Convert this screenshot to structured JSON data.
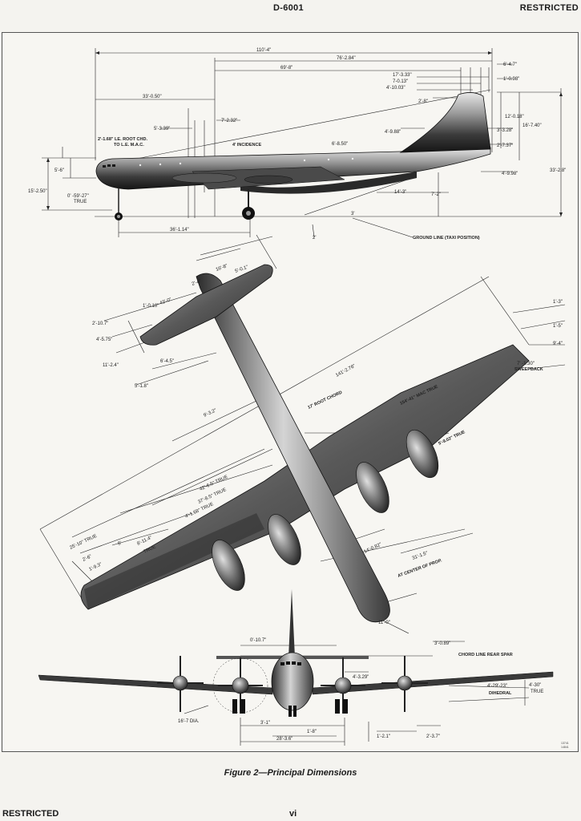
{
  "header": {
    "doc_number": "D-6001",
    "classification": "RESTRICTED"
  },
  "footer": {
    "classification": "RESTRICTED",
    "page_number": "vi"
  },
  "caption": "Figure 2—Principal Dimensions",
  "stamp": {
    "code_a": "13741",
    "code_b": "14841"
  },
  "side_view": {
    "dims": {
      "length": "110'-4\"",
      "d76": "76'-2.84\"",
      "d69": "69'-8\"",
      "d33": "33'-0.50\"",
      "d17": "17'-3.33\"",
      "d7": "7-0.13\"",
      "d4_10": "4'-10.03\"",
      "d2_8": "2'-8\"",
      "d6_4": "6'-4.7\"",
      "d1_0": "1'-0.98\"",
      "d12": "12'-0.18\"",
      "d16": "16'-7.40\"",
      "d3_3": "3'-3.28\"",
      "d2_7": "2'-7.37\"",
      "d4_9a": "4'-9.88\"",
      "d4_9b": "4'-9.98\"",
      "height": "33'-2.8\"",
      "d5_3": "5'-3.39\"",
      "d7_2": "7'-2.32\"",
      "d6_8": "6'-8.50\"",
      "d5_6": "5'-6\"",
      "d15": "15'-2.50\"",
      "d0_59": "0' -59'-27\"",
      "true": "TRUE",
      "d36": "36'-1.14\"",
      "d14": "14'-3\"",
      "d7_2b": "7'-2\"",
      "d3deg": "3'",
      "d2deg": "2'"
    },
    "labels": {
      "le_root": "2'-1.68\" LE. ROOT CHD.",
      "to_le": "TO L.E. M.A.C.",
      "incidence": "4' INCIDENCE",
      "ground_line": "GROUND LINE (TAXI POSITION)"
    }
  },
  "plan_view": {
    "dims": {
      "d43": "43'-0\"",
      "d2_4": "2'-4\"",
      "d16_8": "16'-8\"",
      "d5_0": "5'-0.1\"",
      "d2_10": "2'-10.7\"",
      "d1_0": "1'-0.10\"",
      "d4_5": "4'-5.75\"",
      "d11_2": "11'-2.4\"",
      "d6_4": "6'-4.5\"",
      "d5_1": "5'-1.8\"",
      "span": "141'-2.76\"",
      "d1_3": "1'-3\"",
      "d1_5": "1'-5\"",
      "d9_4": "9'-4\"",
      "d9_3": "9'-3.2\"",
      "d7_1": "7' -1.30\"",
      "sweep": "SWEEPBACK",
      "mac": "154'-41\" MAC TRUE",
      "root_chord": "17' ROOT CHORD",
      "d5_9": "5'-9.02\" TRUE",
      "d42": "42'-6.5\" TRUE",
      "d37": "37'-8.5\" TRUE",
      "d4_1": "4'-1.68\" TRUE",
      "d25": "25'-10\" TRUE",
      "d8_11": "8'-11.4\"",
      "true": "TRUE",
      "d2_6": "2'-6\"",
      "d8": "8'",
      "d1_9": "1'-9.3\"",
      "d14_0": "14'-0.82\"",
      "d31": "31'-1.5\"",
      "at_center": "AT CENTER OF PROP.",
      "d11_0": "11'-0\""
    }
  },
  "front_view": {
    "dims": {
      "d0_10": "0'-10.7\"",
      "d3_0": "3'-0.89\"",
      "chord": "CHORD LINE REAR SPAR",
      "d4_3": "4'-3.29\"",
      "d4_29": "4'-29'-23\"",
      "dihedral": "DIHEDRAL",
      "d4_30": "4'-30\"",
      "true": "TRUE",
      "d16_7": "16'-7 DIA.",
      "d3_1": "3'-1\"",
      "d1_8": "1'-8\"",
      "d28": "28'-3.6\"",
      "d1_2": "1'-2.1\"",
      "d2_3": "2'-3.7\""
    }
  }
}
